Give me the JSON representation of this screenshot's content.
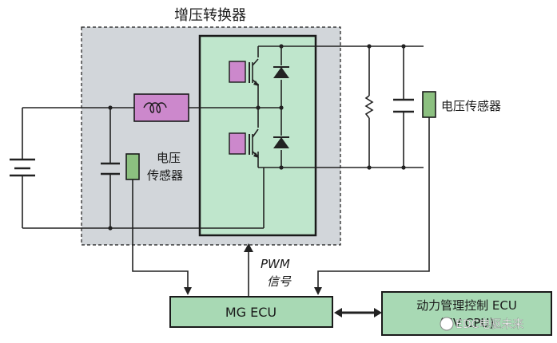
{
  "title": "增压转换器",
  "sensor_right_label": "电压传感器",
  "sensor_left_label_1": "电压",
  "sensor_left_label_2": "传感器",
  "pwm_label_1": "PWM",
  "pwm_label_2": "信号",
  "mg_ecu_label": "MG ECU",
  "pm_ecu_label": "动力管理控制 ECU",
  "pm_ecu_sub_label": "(HV CPU)",
  "watermark": "EDC电驱未来",
  "colors": {
    "converter_bg": "#d2d6da",
    "module_fill": "#bfe6cc",
    "module_stroke": "#1a1a1a",
    "ecu_fill": "#a8d9b4",
    "igbt_gate": "#cc88cc",
    "inductor": "#cc88cc",
    "sensor": "#8cc080",
    "wire": "#222222"
  }
}
